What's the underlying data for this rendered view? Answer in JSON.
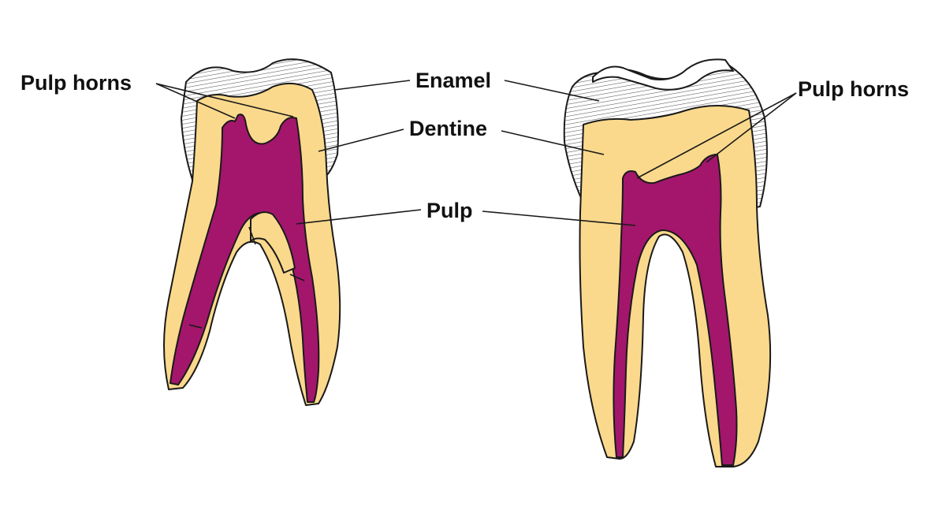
{
  "labels": {
    "pulp_horns_left": "Pulp horns",
    "enamel": "Enamel",
    "dentine": "Dentine",
    "pulp": "Pulp",
    "pulp_horns_right": "Pulp horns"
  },
  "colors": {
    "enamel": "#ffffff",
    "enamel_hatch": "#555555",
    "dentine": "#fbd98c",
    "pulp": "#a3166c",
    "outline": "#1a1a1a",
    "background": "#ffffff"
  }
}
